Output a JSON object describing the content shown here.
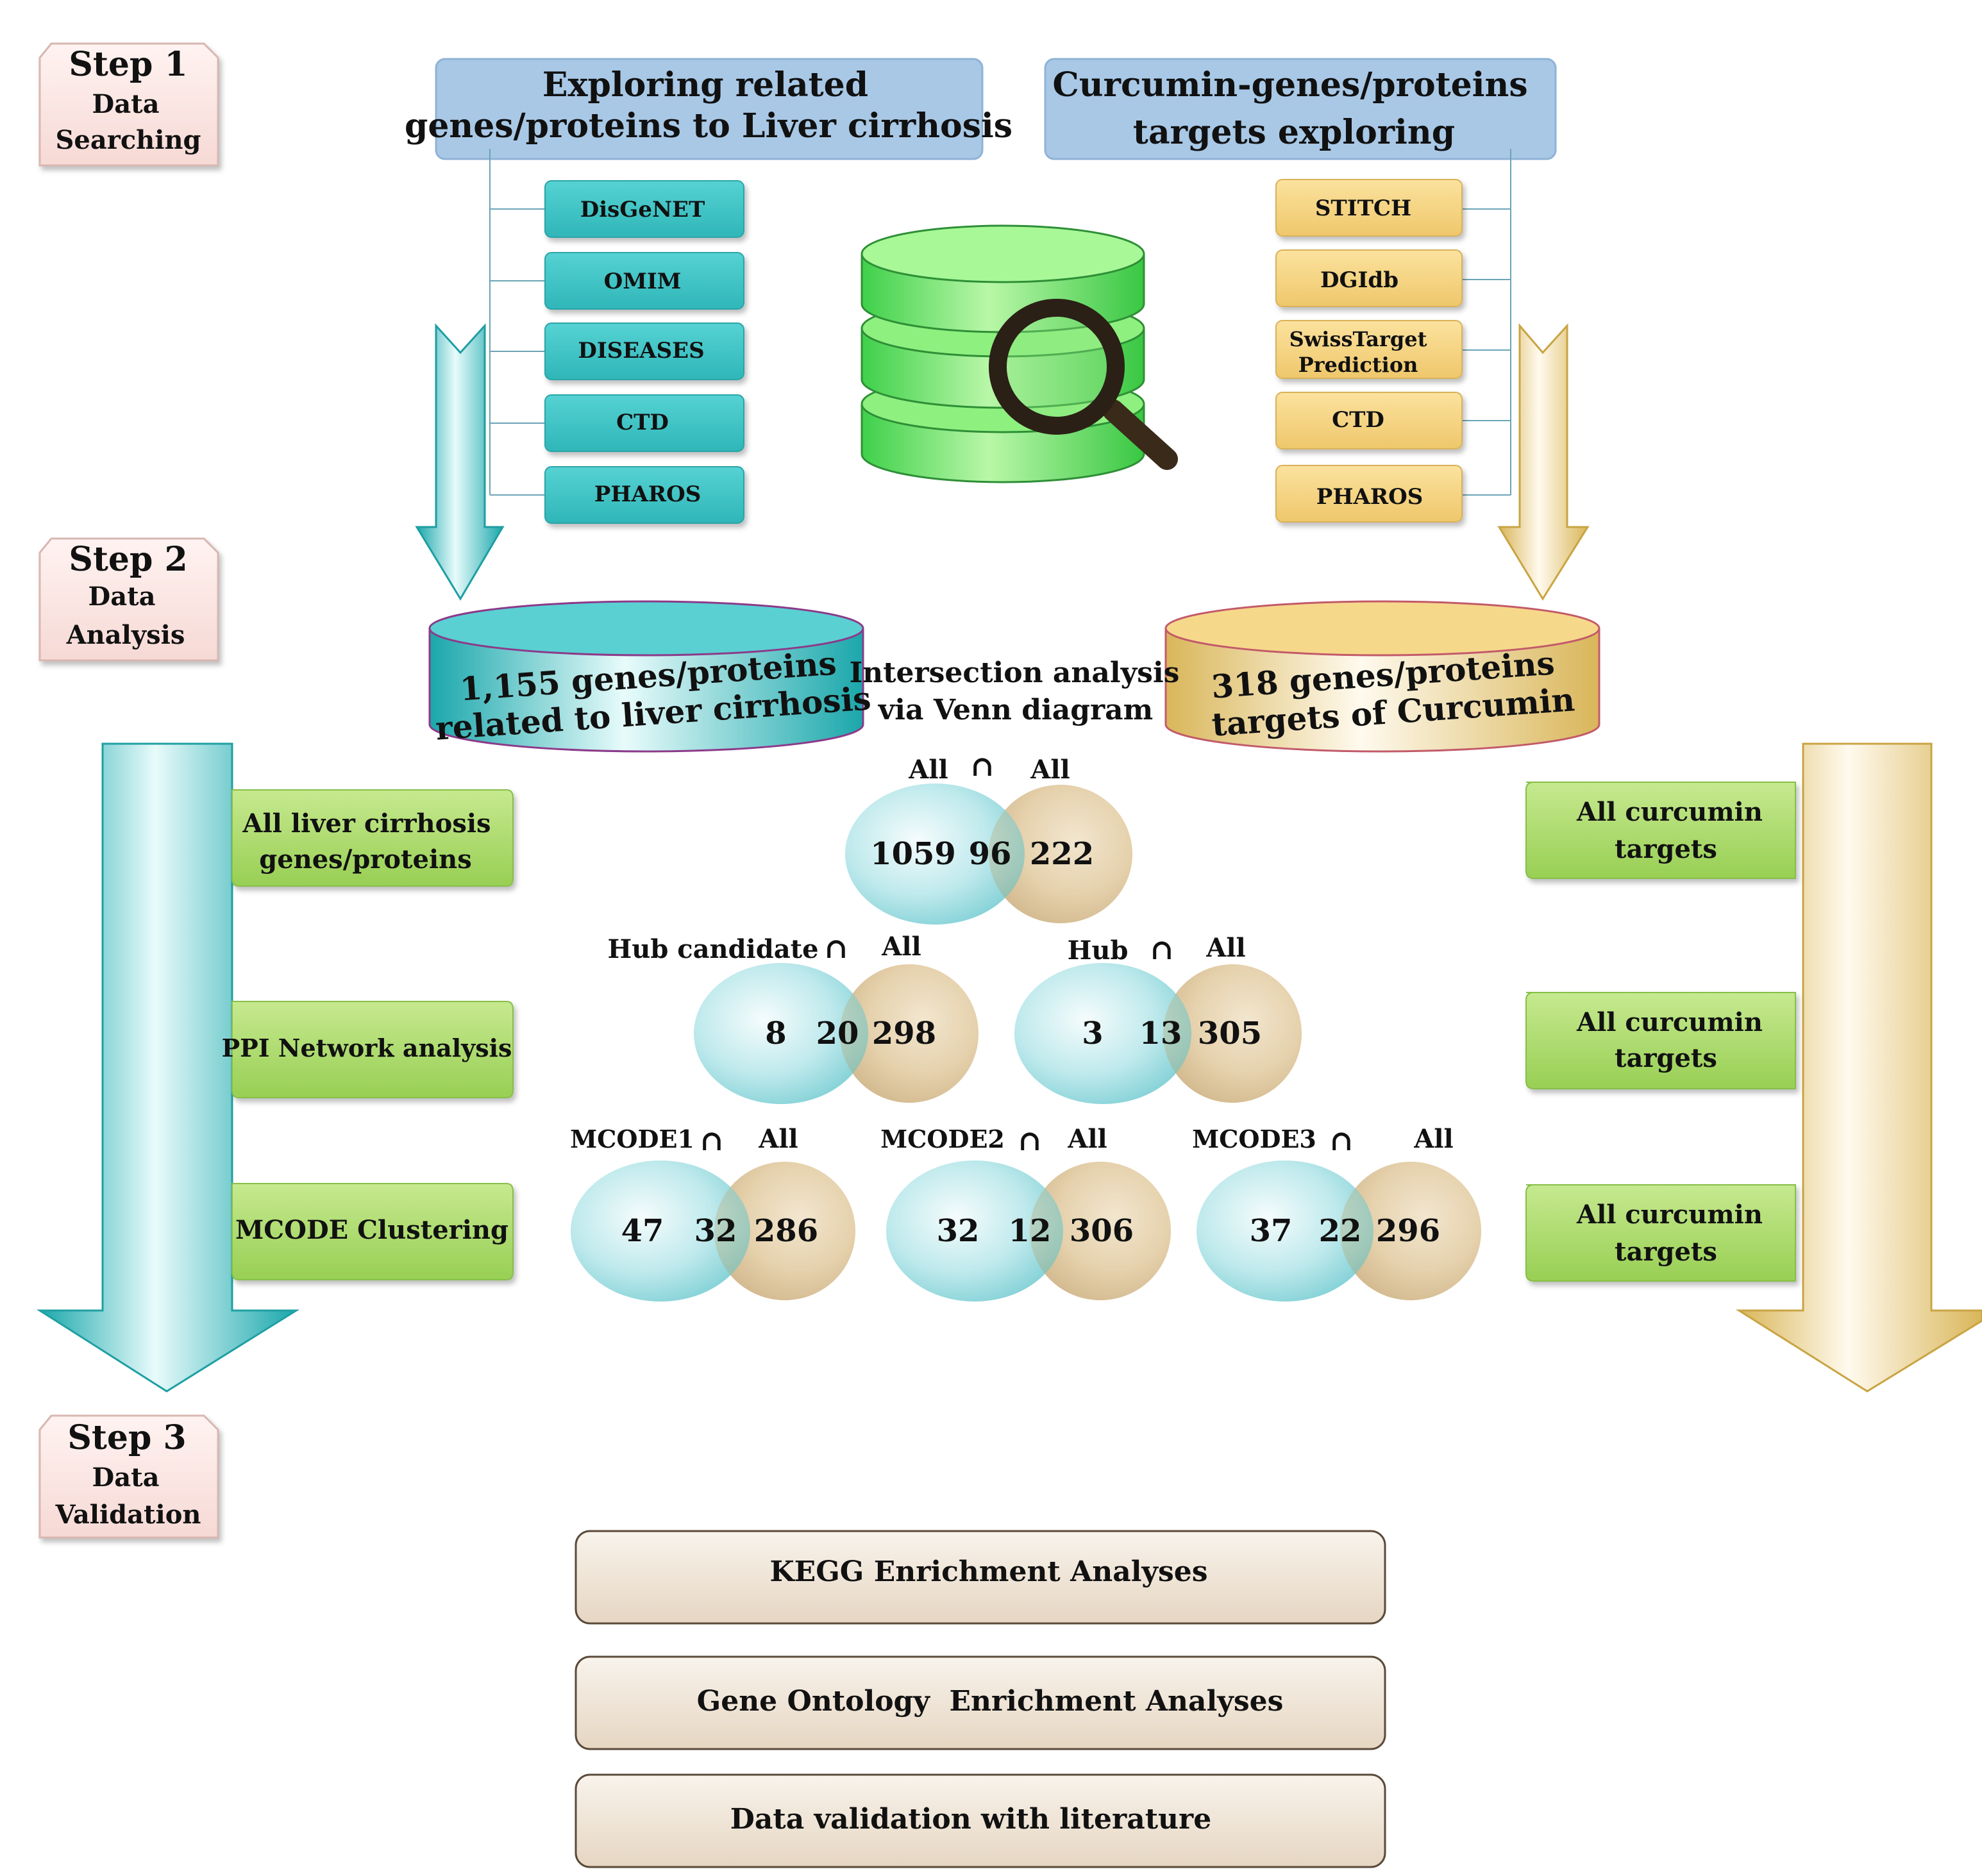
{
  "steps": [
    {
      "title": "Step 1",
      "line1": "Data",
      "line2": "Searching"
    },
    {
      "title": "Step 2",
      "line1": "Data",
      "line2": "Analysis"
    },
    {
      "title": "Step 3",
      "line1": "Data",
      "line2": "Validation"
    }
  ],
  "left_header": {
    "line1": "Exploring related",
    "line2": "genes/proteins to Liver cirrhosis"
  },
  "right_header": {
    "line1": "Curcumin-genes/proteins",
    "line2": "targets exploring"
  },
  "left_db": [
    "DisGeNET",
    "OMIM",
    "DISEASES",
    "CTD",
    "PHAROS"
  ],
  "right_db": [
    "STITCH",
    "DGIdb",
    "SwissTarget",
    "CTD",
    "PHAROS"
  ],
  "right_db_extra": "Prediction",
  "left_result": {
    "line1": "1,155 genes/proteins",
    "line2": "related to liver cirrhosis"
  },
  "right_result": {
    "line1": "318 genes/proteins",
    "line2": "targets of Curcumin"
  },
  "intersection": {
    "line1": "Intersection analysis",
    "line2": "via Venn diagram"
  },
  "left_labels": [
    {
      "line1": "All liver cirrhosis",
      "line2": "genes/proteins"
    },
    {
      "line1": "PPI Network analysis",
      "line2": ""
    },
    {
      "line1": "MCODE Clustering",
      "line2": ""
    }
  ],
  "right_labels": [
    {
      "line1": "All curcumin",
      "line2": "targets"
    },
    {
      "line1": "All curcumin",
      "line2": "targets"
    },
    {
      "line1": "All curcumin",
      "line2": "targets"
    }
  ],
  "cap": "∩",
  "venns": [
    {
      "left_label": "All",
      "right_label": "All",
      "left": "1059",
      "mid": "96",
      "right": "222"
    },
    {
      "left_label": "Hub candidate",
      "right_label": "All",
      "left": "8",
      "mid": "20",
      "right": "298"
    },
    {
      "left_label": "Hub",
      "right_label": "All",
      "left": "3",
      "mid": "13",
      "right": "305"
    },
    {
      "left_label": "MCODE1",
      "right_label": "All",
      "left": "47",
      "mid": "32",
      "right": "286"
    },
    {
      "left_label": "MCODE2",
      "right_label": "All",
      "left": "32",
      "mid": "12",
      "right": "306"
    },
    {
      "left_label": "MCODE3",
      "right_label": "All",
      "left": "37",
      "mid": "22",
      "right": "296"
    }
  ],
  "validation": [
    "KEGG Enrichment Analyses",
    "Gene Ontology  Enrichment Analyses",
    "Data validation with literature"
  ],
  "colors": {
    "teal": "#3cc6c8",
    "gold": "#f2cf78",
    "green": "#a9d96a",
    "blue_box": "#a9c9e6",
    "db_green": "#5fe25f",
    "pink": "#fbe6e4",
    "beige": "#efe3d3"
  }
}
